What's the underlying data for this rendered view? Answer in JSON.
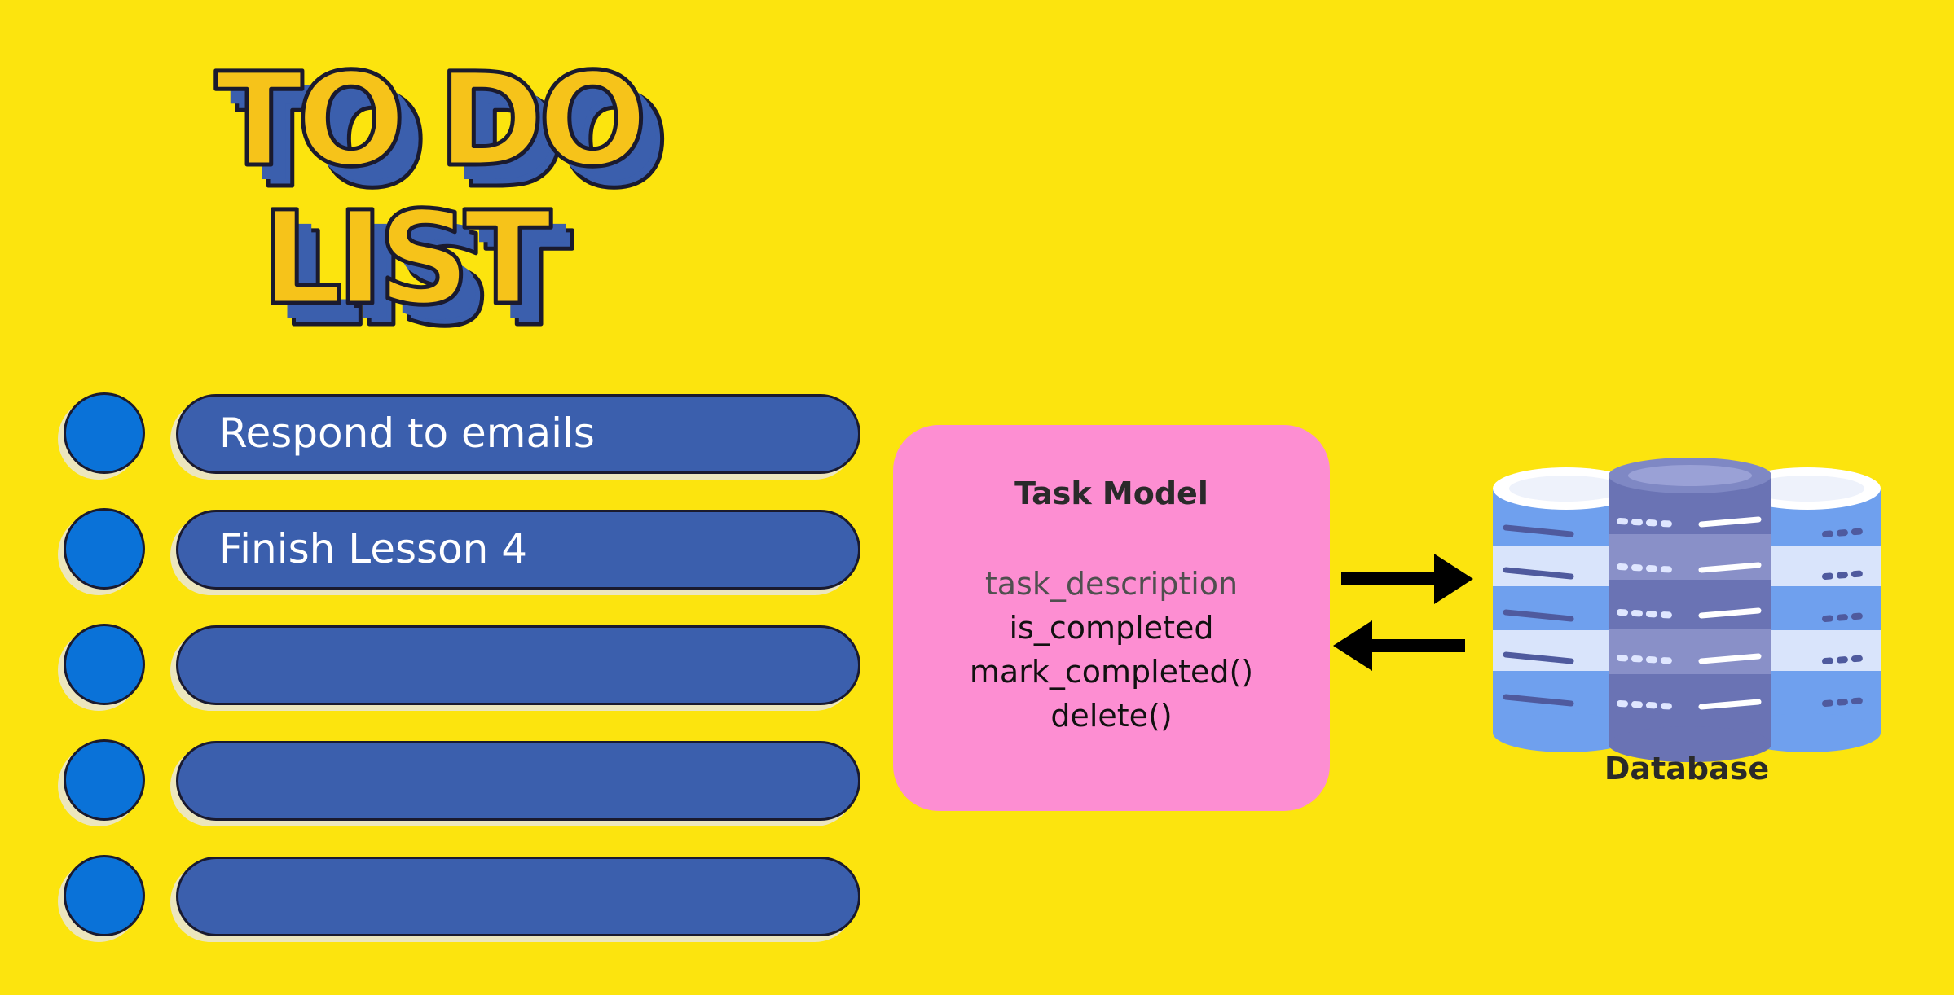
{
  "logo": {
    "line1": "TO DO",
    "line2": "LIST"
  },
  "tasks": [
    {
      "text": "Respond to emails"
    },
    {
      "text": "Finish Lesson 4"
    },
    {
      "text": ""
    },
    {
      "text": ""
    },
    {
      "text": ""
    }
  ],
  "model": {
    "title": "Task Model",
    "fields": [
      "task_description",
      "is_completed",
      "mark_completed()",
      "delete()"
    ]
  },
  "database": {
    "label": "Database"
  },
  "colors": {
    "background": "#fce40e",
    "task_bar": "#3b5fad",
    "task_circle": "#0a72d8",
    "model_box": "#fd8ed2",
    "logo_fill": "#f6c31a",
    "logo_shadow": "#3b5fad"
  }
}
